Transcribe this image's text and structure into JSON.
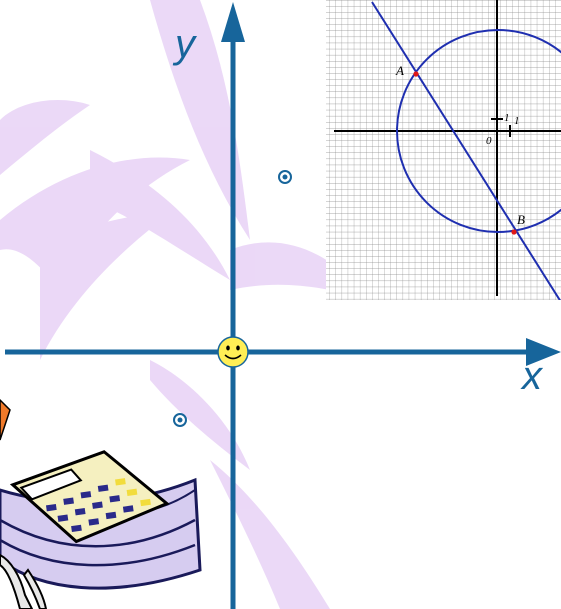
{
  "axes": {
    "x_label": "x",
    "y_label": "y"
  },
  "colors": {
    "axis": "#17659b",
    "decor": "#e3c8f3",
    "grid_line": "#1f2fb0",
    "grid_point": "#e01818",
    "smiley": "#ffee55",
    "bullet": "#17659b"
  },
  "grid_panel": {
    "origin_label": "0",
    "unit_x_label": "1",
    "unit_y_label": "1",
    "point_a_label": "A",
    "point_b_label": "B"
  },
  "icons": [
    "smiley-icon",
    "bullet-icon",
    "calculator-books-icon",
    "scissors-icon"
  ]
}
